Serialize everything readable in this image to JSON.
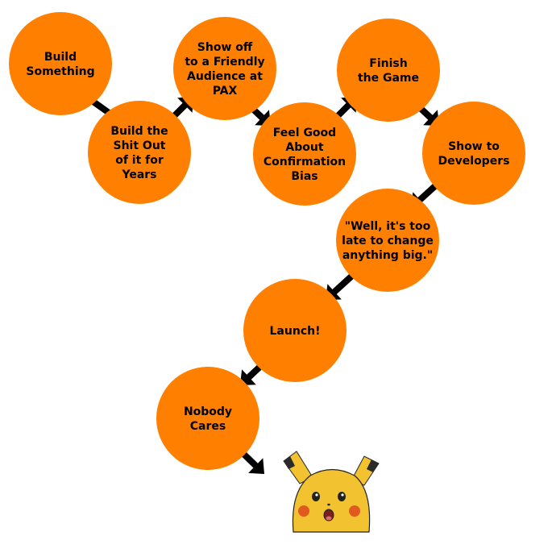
{
  "colors": {
    "node_fill": "#ff8000",
    "arrow": "#000000",
    "text": "#000000",
    "pikachu_yellow": "#f2c230",
    "pikachu_cheek": "#e05a20"
  },
  "nodes": [
    {
      "id": "build-something",
      "lines": [
        "Build",
        "Something"
      ]
    },
    {
      "id": "build-years",
      "lines": [
        "Build the",
        "Shit Out",
        "of it for",
        "Years"
      ]
    },
    {
      "id": "show-off-pax",
      "lines": [
        "Show off",
        "to a Friendly",
        "Audience at",
        "PAX"
      ]
    },
    {
      "id": "feel-good",
      "lines": [
        "Feel Good",
        "About",
        "Confirmation",
        "Bias"
      ]
    },
    {
      "id": "finish-game",
      "lines": [
        "Finish",
        "the Game"
      ]
    },
    {
      "id": "show-developers",
      "lines": [
        "Show to",
        "Developers"
      ]
    },
    {
      "id": "too-late",
      "lines": [
        "\"Well, it's too",
        "late to change",
        "anything big.\""
      ]
    },
    {
      "id": "launch",
      "lines": [
        "Launch!"
      ]
    },
    {
      "id": "nobody-cares",
      "lines": [
        "Nobody",
        "Cares"
      ]
    }
  ],
  "final_image": {
    "icon": "surprised-pikachu-icon"
  }
}
